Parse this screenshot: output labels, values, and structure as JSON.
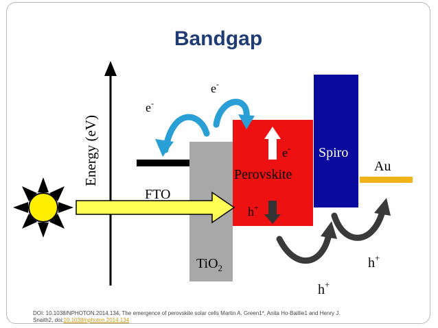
{
  "slide": {
    "title": "Bandgap"
  },
  "diagram": {
    "axis_label": "Energy (eV)",
    "layers": {
      "fto": "FTO",
      "tio2_base": "TiO",
      "tio2_sub": "2",
      "perovskite": "Perovskite",
      "spiro": "Spiro",
      "au": "Au"
    },
    "carriers": {
      "electron_1": "e",
      "electron_2": "e",
      "electron_inner": "e",
      "electron_sup": "-",
      "hole_inner": "h",
      "hole_1": "h",
      "hole_2": "h",
      "hole_sup": "+"
    },
    "colors": {
      "title": "#1f3b73",
      "perovskite": "#ee1111",
      "spiro": "#0a0a9c",
      "tio2": "#a8a8a8",
      "au": "#f2b21a",
      "arrow_blue": "#2a9fd6",
      "light_arrow": "#ffff55",
      "sun": "#ffee00"
    }
  },
  "citation": {
    "line1": "DOI: 10.1038/NPHOTON.2014.134, The emergence of perovskite solar cells Martin A. Green1*, Anita Ho-Baillie1 and Henry J.",
    "line2_prefix": "Snaith2,  doi:",
    "line2_link": "10.1038/nphoton.2014.134"
  }
}
